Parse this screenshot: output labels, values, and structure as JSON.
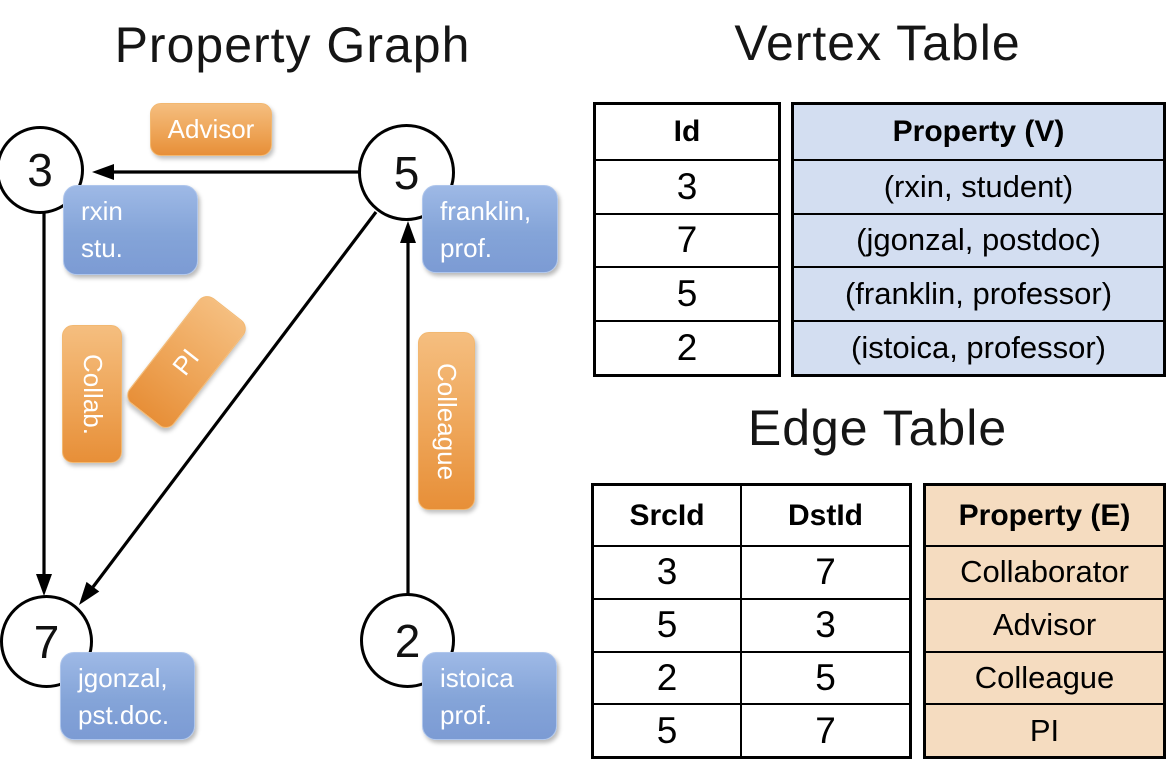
{
  "graph": {
    "title": "Property Graph",
    "nodes": [
      {
        "id": "3",
        "label_line1": "rxin",
        "label_line2": "stu."
      },
      {
        "id": "5",
        "label_line1": "franklin,",
        "label_line2": "prof."
      },
      {
        "id": "7",
        "label_line1": "jgonzal,",
        "label_line2": "pst.doc."
      },
      {
        "id": "2",
        "label_line1": "istoica",
        "label_line2": "prof."
      }
    ],
    "edge_labels": {
      "advisor": "Advisor",
      "collab": "Collab.",
      "pi": "PI",
      "colleague": "Colleague"
    }
  },
  "vertex_table": {
    "title": "Vertex Table",
    "headers": {
      "id": "Id",
      "property": "Property (V)"
    },
    "rows": [
      {
        "id": "3",
        "property": "(rxin, student)"
      },
      {
        "id": "7",
        "property": "(jgonzal, postdoc)"
      },
      {
        "id": "5",
        "property": "(franklin, professor)"
      },
      {
        "id": "2",
        "property": "(istoica, professor)"
      }
    ]
  },
  "edge_table": {
    "title": "Edge Table",
    "headers": {
      "src": "SrcId",
      "dst": "DstId",
      "property": "Property (E)"
    },
    "rows": [
      {
        "src": "3",
        "dst": "7",
        "property": "Collaborator"
      },
      {
        "src": "5",
        "dst": "3",
        "property": "Advisor"
      },
      {
        "src": "2",
        "dst": "5",
        "property": "Colleague"
      },
      {
        "src": "5",
        "dst": "7",
        "property": "PI"
      }
    ]
  },
  "colors": {
    "edge_label_orange_top": "#F5BE7F",
    "edge_label_orange_bottom": "#E78F38",
    "node_label_blue_top": "#9EB9E6",
    "node_label_blue_bottom": "#7C9BD4",
    "vertex_property_fill": "#D3DEF1",
    "edge_property_fill": "#F5DCC0",
    "line_color": "#000000"
  }
}
